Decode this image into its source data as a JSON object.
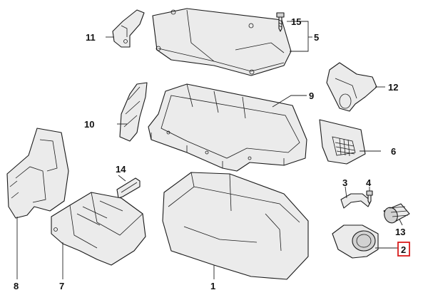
{
  "diagram": {
    "highlight_color": "#d81b1b",
    "callouts": [
      {
        "id": "1",
        "label": "1"
      },
      {
        "id": "2",
        "label": "2",
        "highlighted": true
      },
      {
        "id": "3",
        "label": "3"
      },
      {
        "id": "4",
        "label": "4"
      },
      {
        "id": "5",
        "label": "5"
      },
      {
        "id": "6",
        "label": "6"
      },
      {
        "id": "7",
        "label": "7"
      },
      {
        "id": "8",
        "label": "8"
      },
      {
        "id": "9",
        "label": "9"
      },
      {
        "id": "10",
        "label": "10"
      },
      {
        "id": "11",
        "label": "11"
      },
      {
        "id": "12",
        "label": "12"
      },
      {
        "id": "13",
        "label": "13"
      },
      {
        "id": "14",
        "label": "14"
      },
      {
        "id": "15",
        "label": "15"
      }
    ]
  }
}
